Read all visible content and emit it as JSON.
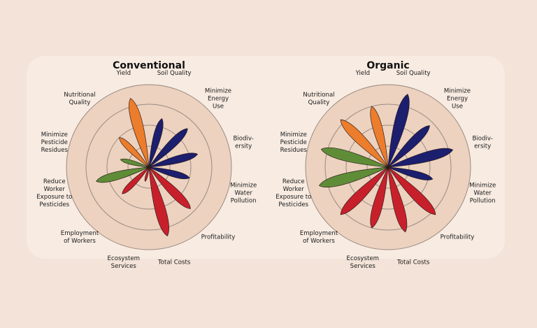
{
  "chart_data": [
    {
      "type": "polar-area",
      "title": "Conventional",
      "categories": [
        "Soil Quality",
        "Minimize Energy Use",
        "Biodiversity",
        "Minimize Water Pollution",
        "Profitability",
        "Total Costs",
        "Ecosystem Services",
        "Employment of Workers",
        "Reduce Worker Exposure to Pesticides",
        "Minimize Pesticide Residues",
        "Nutritional Quality",
        "Yield"
      ],
      "labels": [
        [
          "Soil Quality"
        ],
        [
          "Minimize",
          "Energy",
          "Use"
        ],
        [
          "Biodiv-",
          "ersity"
        ],
        [
          "Minimize",
          "Water",
          "Pollution"
        ],
        [
          "Profitability"
        ],
        [
          "Total Costs"
        ],
        [
          "Ecosystem",
          "Services"
        ],
        [
          "Employment",
          "of Workers"
        ],
        [
          "Reduce",
          "Worker",
          "Exposure to",
          "Pesticides"
        ],
        [
          "Minimize",
          "Pesticide",
          "Residues"
        ],
        [
          "Nutritional",
          "Quality"
        ],
        [
          "Yield"
        ]
      ],
      "values": [
        1.2,
        1.3,
        1.2,
        1.0,
        1.4,
        1.7,
        0.35,
        0.9,
        1.3,
        0.7,
        1.0,
        1.7
      ],
      "colors": [
        "#1c1e6e",
        "#1c1e6e",
        "#1c1e6e",
        "#1c1e6e",
        "#c8202b",
        "#c8202b",
        "#c8202b",
        "#c8202b",
        "#5f8d37",
        "#5f8d37",
        "#ec7d2c",
        "#ec7d2c"
      ],
      "rings": [
        0.5,
        1.0,
        1.5
      ]
    },
    {
      "type": "polar-area",
      "title": "Organic",
      "categories": [
        "Soil Quality",
        "Minimize Energy Use",
        "Biodiversity",
        "Minimize Water Pollution",
        "Profitability",
        "Total Costs",
        "Ecosystem Services",
        "Employment of Workers",
        "Reduce Worker Exposure to Pesticides",
        "Minimize Pesticide Residues",
        "Nutritional Quality",
        "Yield"
      ],
      "labels": [
        [
          "Soil Quality"
        ],
        [
          "Minimize",
          "Energy",
          "Use"
        ],
        [
          "Biodiv-",
          "ersity"
        ],
        [
          "Minimize",
          "Water",
          "Pollution"
        ],
        [
          "Profitability"
        ],
        [
          "Total Costs"
        ],
        [
          "Ecosystem",
          "Services"
        ],
        [
          "Employment",
          "of Workers"
        ],
        [
          "Reduce",
          "Worker",
          "Exposure to",
          "Pesticides"
        ],
        [
          "Minimize",
          "Pesticide",
          "Residues"
        ],
        [
          "Nutritional",
          "Quality"
        ],
        [
          "Yield"
        ]
      ],
      "values": [
        1.8,
        1.4,
        1.6,
        1.1,
        1.6,
        1.6,
        1.5,
        1.6,
        1.7,
        1.65,
        1.6,
        1.5
      ],
      "colors": [
        "#1c1e6e",
        "#1c1e6e",
        "#1c1e6e",
        "#1c1e6e",
        "#c8202b",
        "#c8202b",
        "#c8202b",
        "#c8202b",
        "#5f8d37",
        "#5f8d37",
        "#ec7d2c",
        "#ec7d2c"
      ],
      "rings": [
        0.5,
        1.0,
        1.5
      ]
    }
  ],
  "colors": {
    "background": "#f3e3d8",
    "panel": "#f7ebe2",
    "disc": "#ecd2bf",
    "ring_stroke": "#9a8b82",
    "petal_stroke": "#2a1a1a"
  }
}
